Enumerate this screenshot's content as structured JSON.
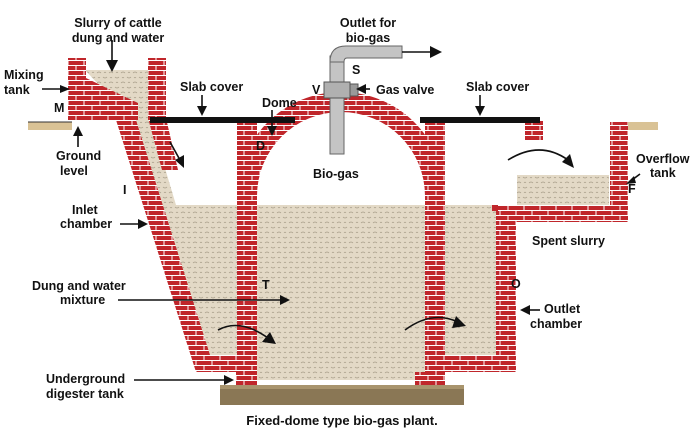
{
  "caption": "Fixed-dome type bio-gas plant.",
  "labels": {
    "slurry_line1": "Slurry of cattle",
    "slurry_line2": "dung and water",
    "mixing_line1": "Mixing",
    "mixing_line2": "tank",
    "m": "M",
    "outlet_line1": "Outlet for",
    "outlet_line2": "bio-gas",
    "s": "S",
    "v": "V",
    "gas_valve": "Gas valve",
    "slab_cover_left": "Slab cover",
    "slab_cover_right": "Slab cover",
    "dome": "Dome",
    "d": "D",
    "ground_line1": "Ground",
    "ground_line2": "level",
    "i": "I",
    "biogas": "Bio-gas",
    "overflow_line1": "Overflow",
    "overflow_line2": "tank",
    "f": "F",
    "inlet_line1": "Inlet",
    "inlet_line2": "chamber",
    "spent_slurry": "Spent slurry",
    "dung_line1": "Dung and water",
    "dung_line2": "mixture",
    "t": "T",
    "o": "O",
    "outlet_ch_line1": "Outlet",
    "outlet_ch_line2": "chamber",
    "under_line1": "Underground",
    "under_line2": "digester tank"
  },
  "colors": {
    "brick": "#c0262b",
    "mortar": "#ffffff",
    "slurry": "#e3d9c6",
    "slurry_texture": "#a89e8a",
    "ground": "#d9c295",
    "base": "#8a7755",
    "pipe": "#c4c4c4",
    "slab": "#111111"
  }
}
